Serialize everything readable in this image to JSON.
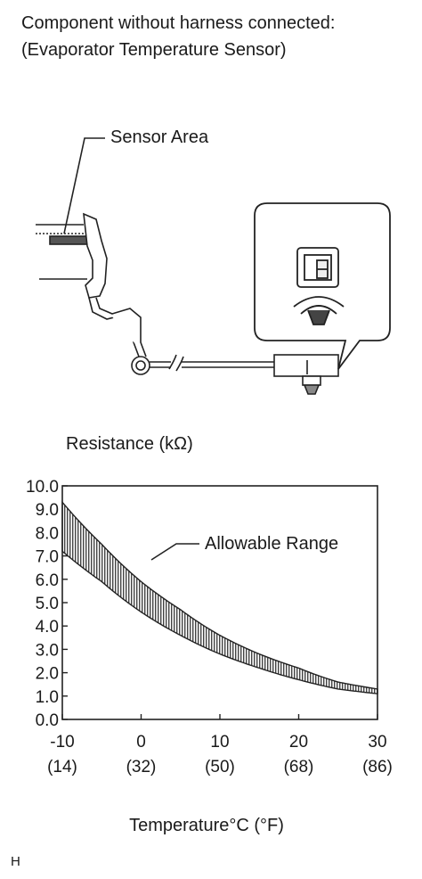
{
  "header": {
    "line1": "Component without harness connected:",
    "line2": "(Evaporator Temperature Sensor)"
  },
  "diagram": {
    "sensor_label": "Sensor Area"
  },
  "chart_data": {
    "type": "area",
    "title": "",
    "ylabel": "Resistance (kΩ)",
    "xlabel": "Temperature°C (°F)",
    "x_ticks": [
      {
        "c": "-10",
        "f": "(14)"
      },
      {
        "c": "0",
        "f": "(32)"
      },
      {
        "c": "10",
        "f": "(50)"
      },
      {
        "c": "20",
        "f": "(68)"
      },
      {
        "c": "30",
        "f": "(86)"
      }
    ],
    "y_ticks": [
      "0.0",
      "1.0",
      "2.0",
      "3.0",
      "4.0",
      "5.0",
      "6.0",
      "7.0",
      "8.0",
      "9.0",
      "10.0"
    ],
    "xlim": [
      -10,
      30
    ],
    "ylim": [
      0,
      10
    ],
    "grid": false,
    "annotation": "Allowable Range",
    "series": [
      {
        "x": [
          -10,
          -5,
          0,
          5,
          10,
          15,
          20,
          25,
          30
        ],
        "values": [
          9.3,
          7.5,
          5.9,
          4.7,
          3.6,
          2.8,
          2.2,
          1.6,
          1.3
        ]
      },
      {
        "x": [
          -10,
          -5,
          0,
          5,
          10,
          15,
          20,
          25,
          30
        ],
        "values": [
          7.2,
          5.9,
          4.6,
          3.6,
          2.8,
          2.2,
          1.7,
          1.3,
          1.1
        ]
      }
    ]
  },
  "footer": {
    "code": "H"
  }
}
